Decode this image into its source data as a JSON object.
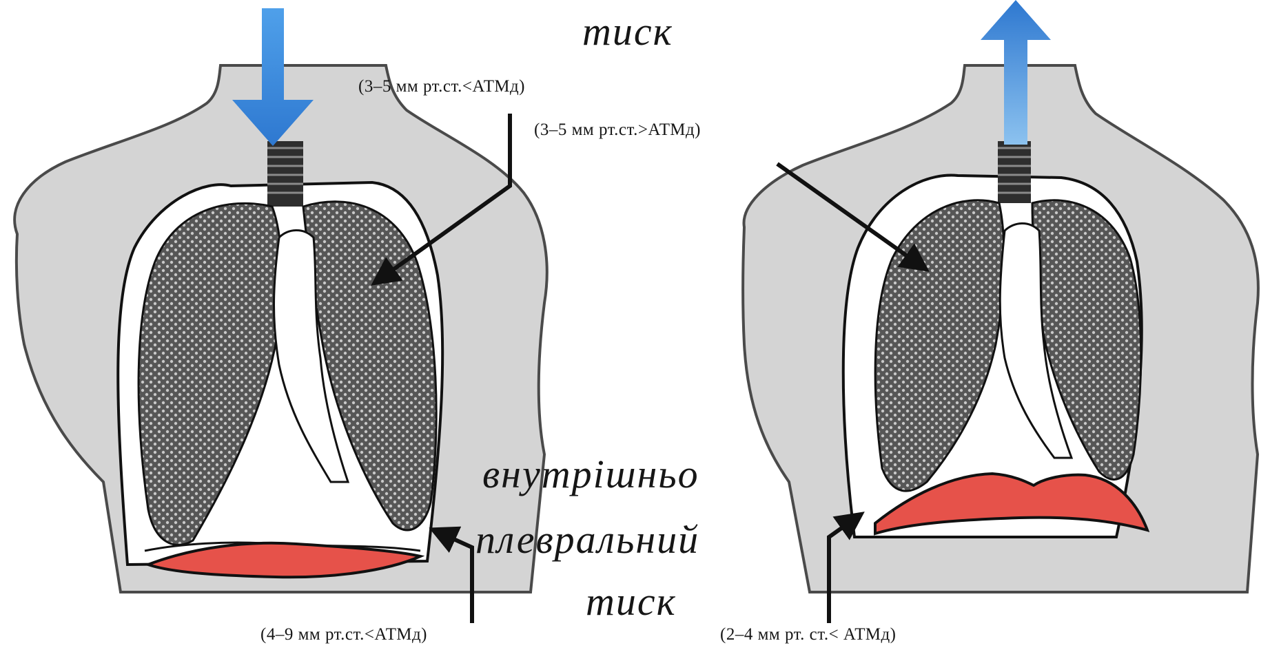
{
  "labels": {
    "top_word": "тиск",
    "alveolar_inhale": "(3–5 мм рт.ст.<АТМд)",
    "alveolar_exhale": "(3–5 мм рт.ст.>АТМд)",
    "intrapleural_line1": "внутрішньо",
    "intrapleural_line2": "плевральний",
    "intrapleural_line3": "тиск",
    "pleural_inhale": "(4–9 мм рт.ст.<АТМд)",
    "pleural_exhale": "(2–4 мм рт. ст.< АТМд)"
  },
  "colors": {
    "body": "#d4d4d4",
    "body_outline": "#4a4a4a",
    "lung": "#565656",
    "lung_dots": "#c8c8c8",
    "diaphragm": "#e6524a",
    "arrow_blue": "#3a86d8",
    "arrow_blue_light": "#66aee8",
    "ink": "#111111"
  },
  "icons": {
    "inhale_arrow": "arrow-down-icon",
    "exhale_arrow": "arrow-up-icon"
  }
}
